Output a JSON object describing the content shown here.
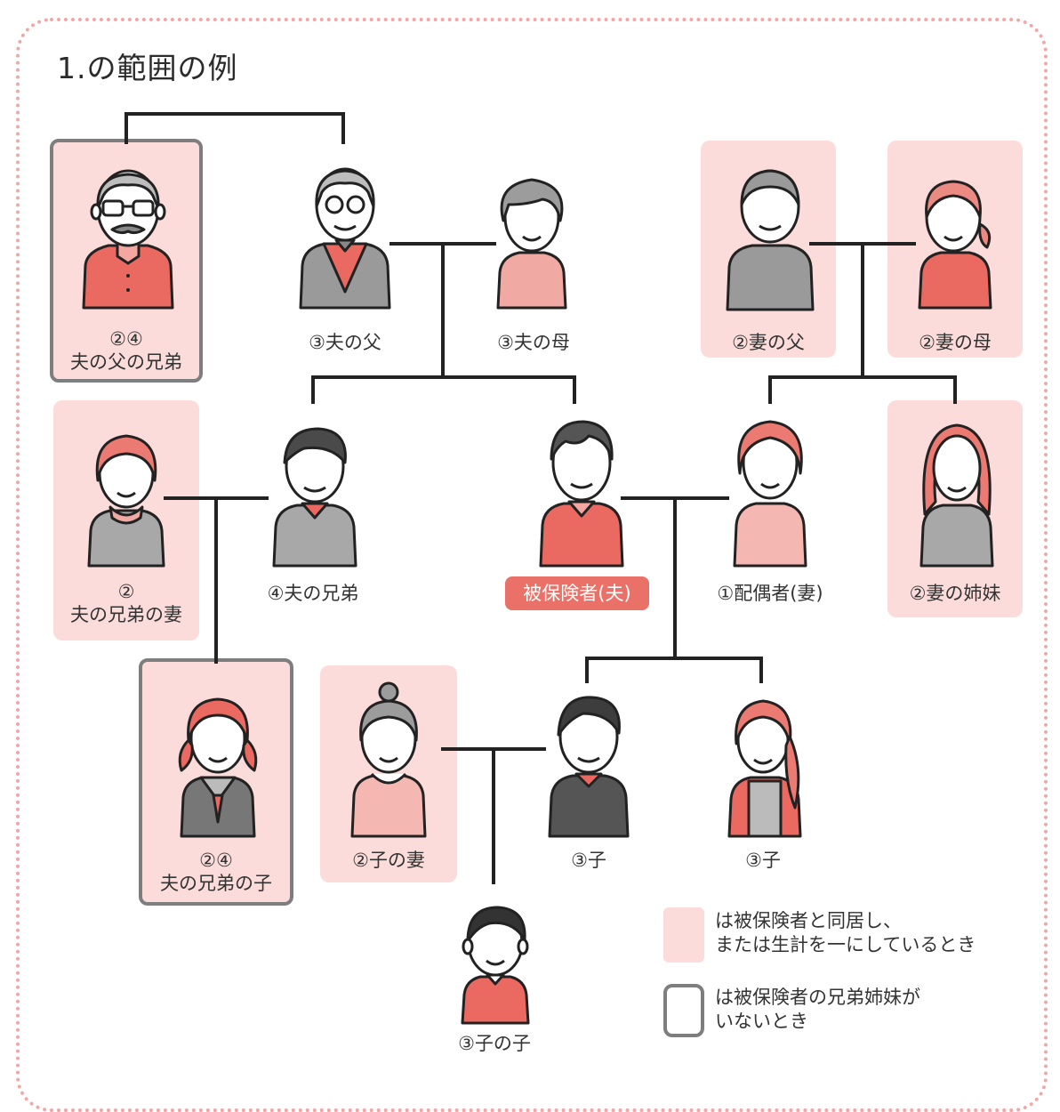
{
  "title": "1.の範囲の例",
  "people": {
    "uncle": {
      "mark": "②④",
      "relation": "夫の父の兄弟"
    },
    "husband_father": {
      "label": "③夫の父"
    },
    "husband_mother": {
      "label": "③夫の母"
    },
    "wife_father": {
      "label": "②妻の父"
    },
    "wife_mother": {
      "label": "②妻の母"
    },
    "brother_wife": {
      "mark": "②",
      "relation": "夫の兄弟の妻"
    },
    "brother": {
      "label": "④夫の兄弟"
    },
    "insured": {
      "label": "被保険者(夫)"
    },
    "spouse": {
      "label": "①配偶者(妻)"
    },
    "wife_sister": {
      "label": "②妻の姉妹"
    },
    "nephew": {
      "mark": "②④",
      "relation": "夫の兄弟の子"
    },
    "child_wife": {
      "label": "②子の妻"
    },
    "son": {
      "label": "③子"
    },
    "daughter": {
      "label": "③子"
    },
    "grandchild": {
      "label": "③子の子"
    }
  },
  "legend": {
    "pink_line1": "は被保険者と同居し、",
    "pink_line2": "または生計を一にしているとき",
    "gray_line1": "は被保険者の兄弟姉妹が",
    "gray_line2": "いないとき"
  },
  "colors": {
    "pink_box": "#fbdcda",
    "gray_border": "#7e7e80",
    "insured_badge": "#ea7167",
    "dotted_frame": "#f2a7a7",
    "line": "#222222"
  }
}
